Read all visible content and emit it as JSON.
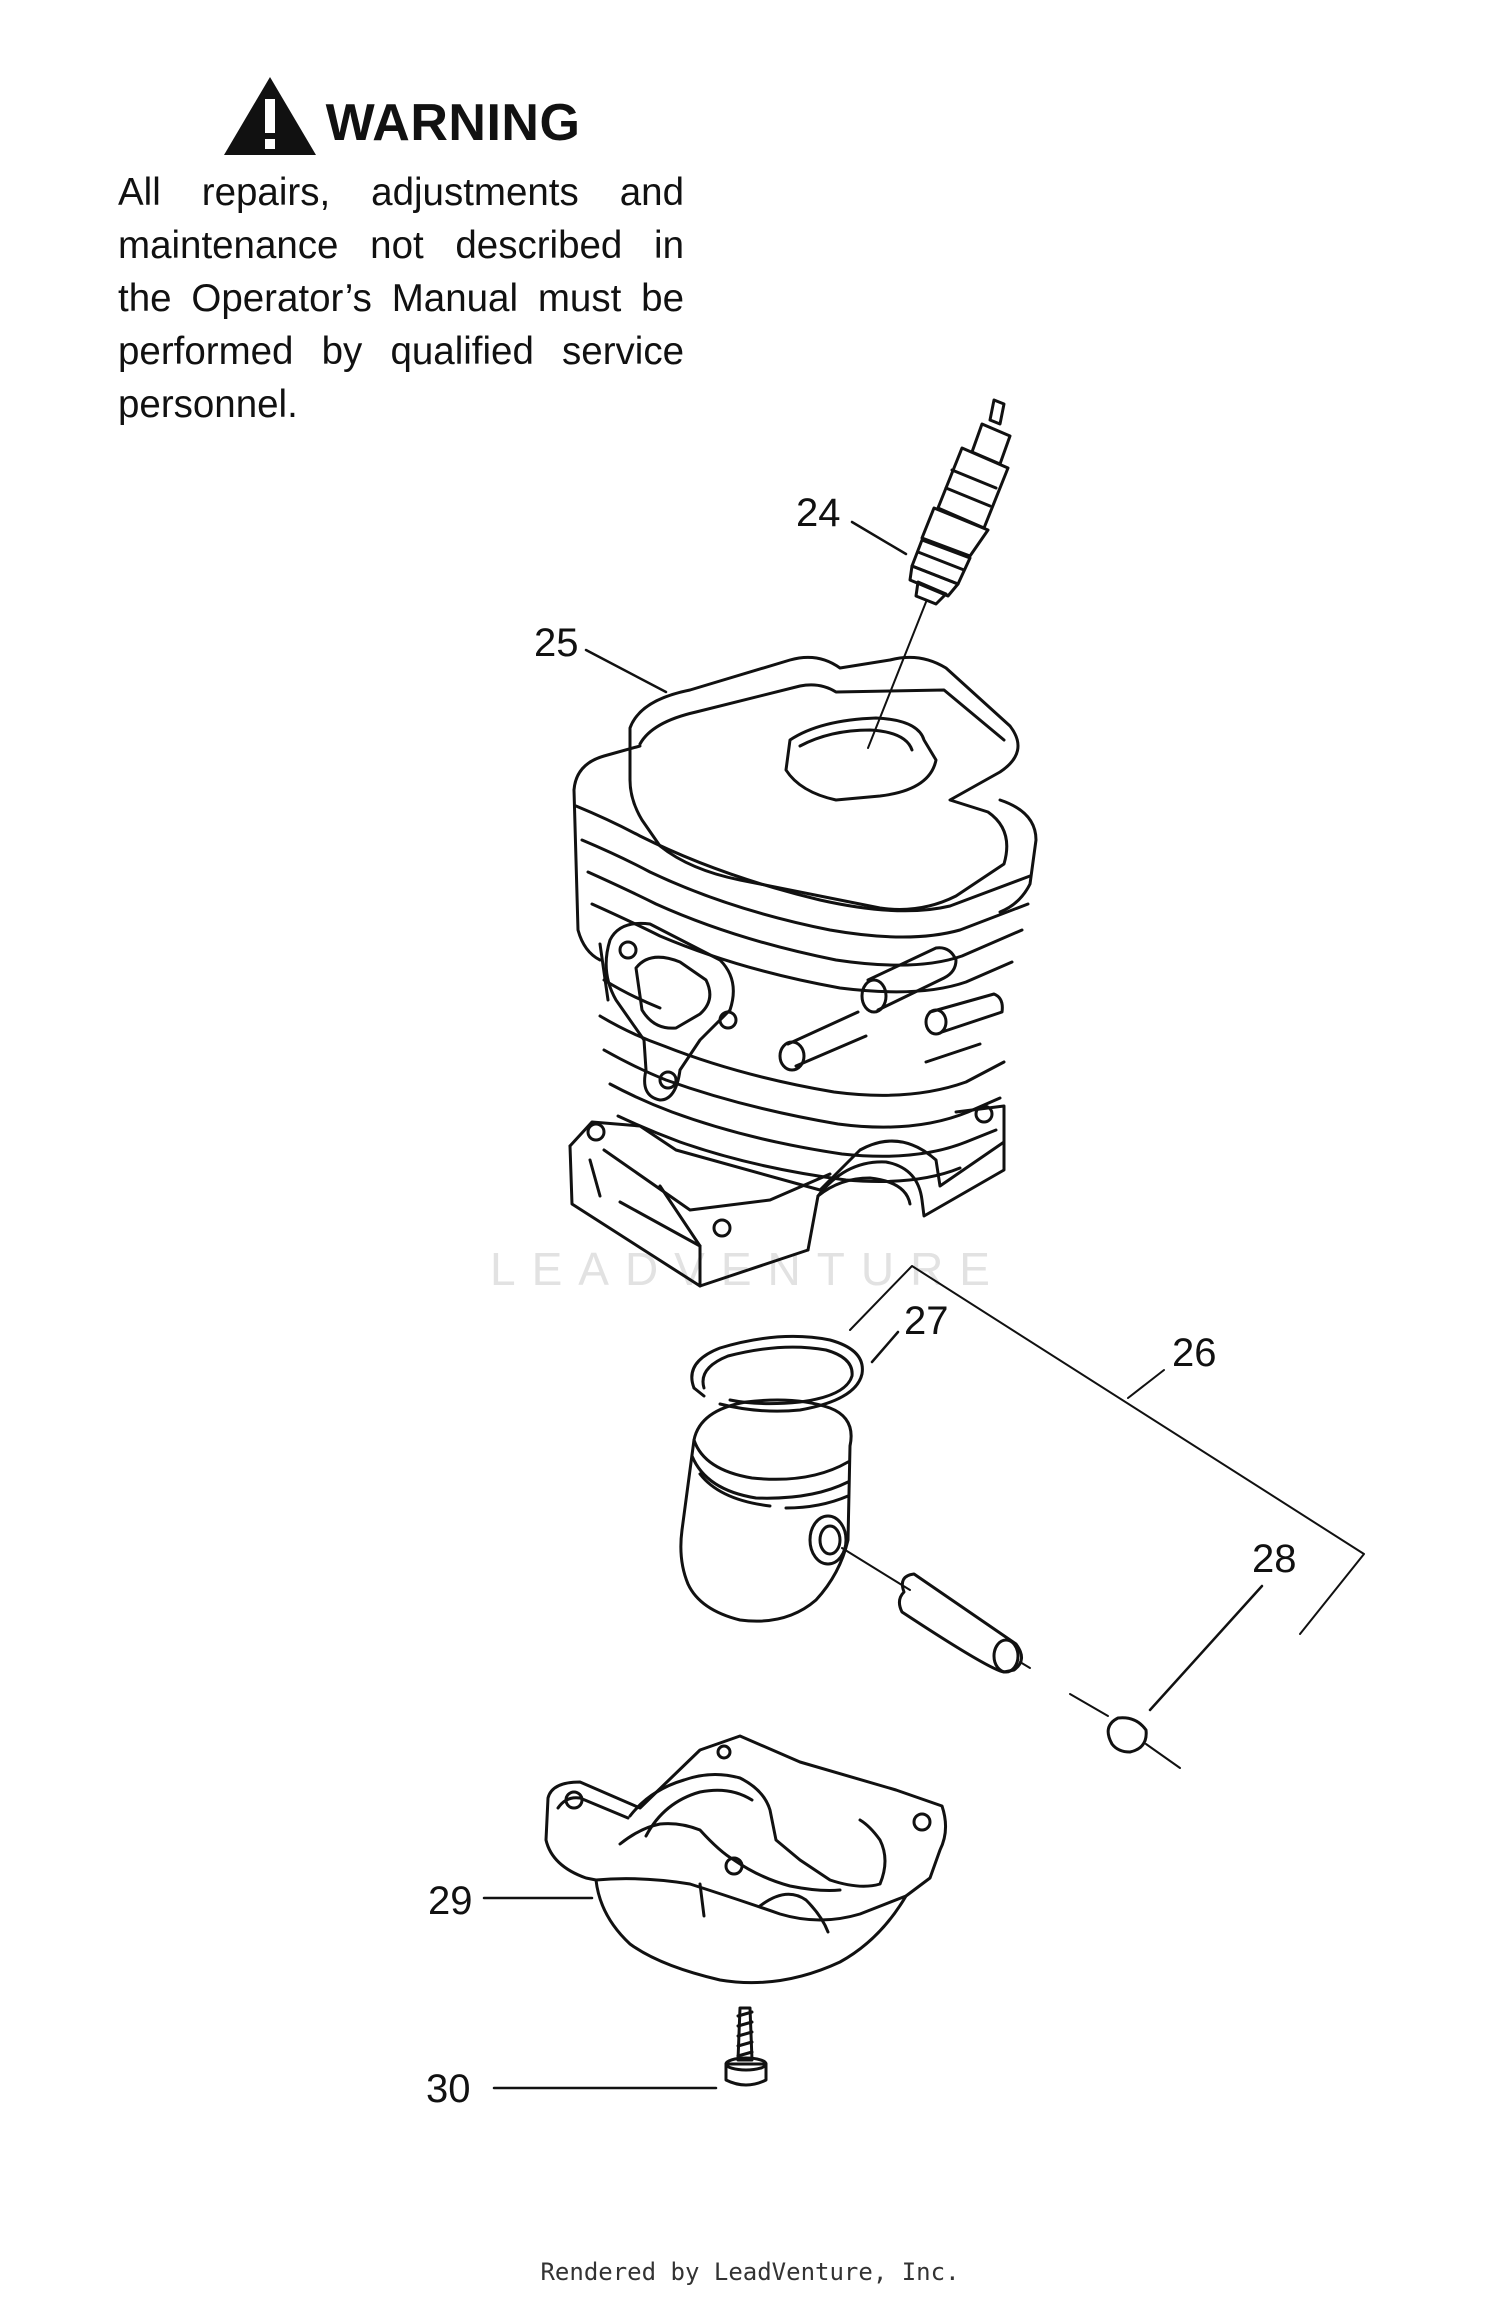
{
  "warning": {
    "title": "WARNING",
    "icon": "warning-triangle-icon",
    "lines": [
      "All repairs, adjustments and",
      "maintenance not described in",
      "the Operator’s Manual must be",
      "performed by qualified service",
      "personnel."
    ]
  },
  "callouts": {
    "c24": "24",
    "c25": "25",
    "c26": "26",
    "c27": "27",
    "c28": "28",
    "c29": "29",
    "c30": "30"
  },
  "watermark": "LEADVENTURE",
  "footer": "Rendered by LeadVenture, Inc."
}
